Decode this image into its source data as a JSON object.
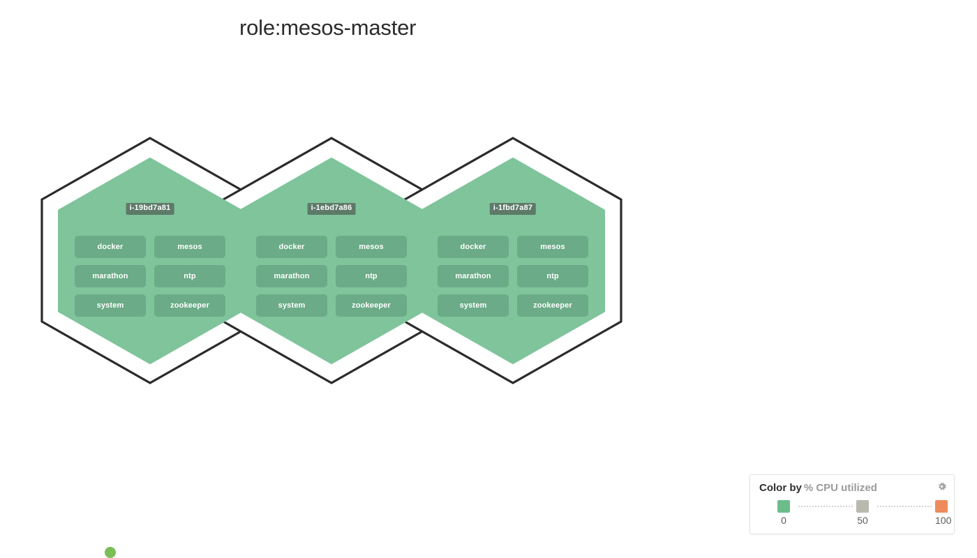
{
  "page": {
    "title": "role:mesos-master",
    "background_color": "#ffffff"
  },
  "colors": {
    "hex_outline": "#2b2b2b",
    "hex_fill": "#7fc49b",
    "service_fill": "#6bab87",
    "label_badge_bg": "#5d7a68",
    "legend_low": "#6cbd8b",
    "legend_mid": "#b9b9ae",
    "legend_high": "#ee8b5c"
  },
  "nodes": [
    {
      "id": "i-19bd7a81",
      "services": [
        "docker",
        "mesos",
        "marathon",
        "ntp",
        "system",
        "zookeeper"
      ]
    },
    {
      "id": "i-1ebd7a86",
      "services": [
        "docker",
        "mesos",
        "marathon",
        "ntp",
        "system",
        "zookeeper"
      ]
    },
    {
      "id": "i-1fbd7a87",
      "services": [
        "docker",
        "mesos",
        "marathon",
        "ntp",
        "system",
        "zookeeper"
      ]
    }
  ],
  "legend": {
    "title_strong": "Color by",
    "title_metric": "% CPU utilized",
    "gear_icon": "gear-icon",
    "stops": [
      {
        "value": "0",
        "color": "#6cbd8b"
      },
      {
        "value": "50",
        "color": "#b9b9ae"
      },
      {
        "value": "100",
        "color": "#ee8b5c"
      }
    ]
  }
}
